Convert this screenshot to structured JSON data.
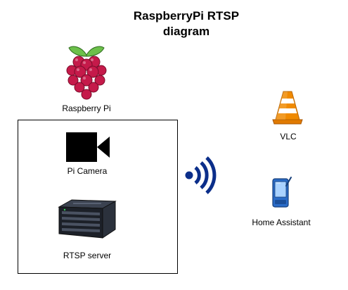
{
  "title": "RaspberryPi RTSP\ndiagram",
  "nodes": {
    "raspberry_pi": {
      "label": "Raspberry Pi",
      "icon": "raspberry-icon"
    },
    "pi_camera": {
      "label": "Pi Camera",
      "icon": "video-camera-icon"
    },
    "rtsp_server": {
      "label": "RTSP server",
      "icon": "server-icon"
    },
    "vlc": {
      "label": "VLC",
      "icon": "vlc-cone-icon"
    },
    "home_assistant": {
      "label": "Home Assistant",
      "icon": "pda-device-icon"
    },
    "wireless": {
      "icon": "wireless-signal-icon"
    }
  },
  "colors": {
    "raspberry": "#c51a4a",
    "leaf": "#6cc04a",
    "wifi": "#0b2e8a",
    "vlc_orange": "#f08a00",
    "device_blue": "#2a6cc8",
    "server_dark": "#1c2028"
  }
}
